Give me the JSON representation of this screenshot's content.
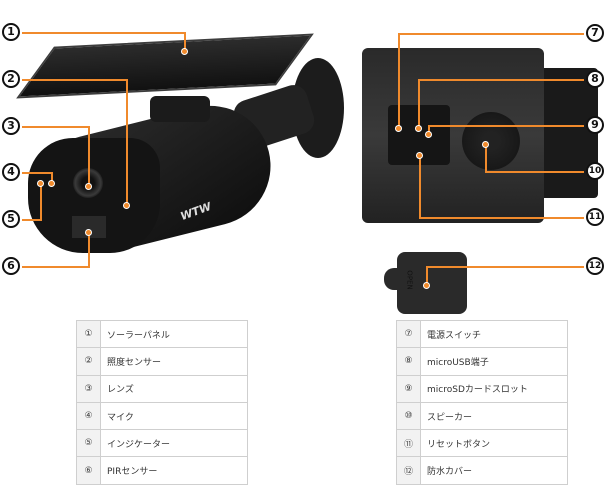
{
  "brand_logo": "WTW",
  "cover_label": "OPEN",
  "callouts_left": [
    {
      "num": "1",
      "label": "ソーラーパネル"
    },
    {
      "num": "2",
      "label": "照度センサー"
    },
    {
      "num": "3",
      "label": "レンズ"
    },
    {
      "num": "4",
      "label": "マイク"
    },
    {
      "num": "5",
      "label": "インジケーター"
    },
    {
      "num": "6",
      "label": "PIRセンサー"
    }
  ],
  "callouts_right": [
    {
      "num": "7",
      "label": "電源スイッチ"
    },
    {
      "num": "8",
      "label": "microUSB端子"
    },
    {
      "num": "9",
      "label": "microSDカードスロット"
    },
    {
      "num": "10",
      "label": "スピーカー"
    },
    {
      "num": "11",
      "label": "リセットボタン"
    },
    {
      "num": "12",
      "label": "防水カバー"
    }
  ],
  "table_left": [
    {
      "idx": "①",
      "label": "ソーラーパネル"
    },
    {
      "idx": "②",
      "label": "照度センサー"
    },
    {
      "idx": "③",
      "label": "レンズ"
    },
    {
      "idx": "④",
      "label": "マイク"
    },
    {
      "idx": "⑤",
      "label": "インジケーター"
    },
    {
      "idx": "⑥",
      "label": "PIRセンサー"
    }
  ],
  "table_right": [
    {
      "idx": "⑦",
      "label": "電源スイッチ"
    },
    {
      "idx": "⑧",
      "label": "microUSB端子"
    },
    {
      "idx": "⑨",
      "label": "microSDカードスロット"
    },
    {
      "idx": "⑩",
      "label": "スピーカー"
    },
    {
      "idx": "⑪",
      "label": "リセットボタン"
    },
    {
      "idx": "⑫",
      "label": "防水カバー"
    }
  ],
  "colors": {
    "callout_line": "#f08a2c",
    "device_body": "#1e1e1e",
    "table_border": "#cfcfcf",
    "index_cell_bg": "#f2f2f2"
  }
}
